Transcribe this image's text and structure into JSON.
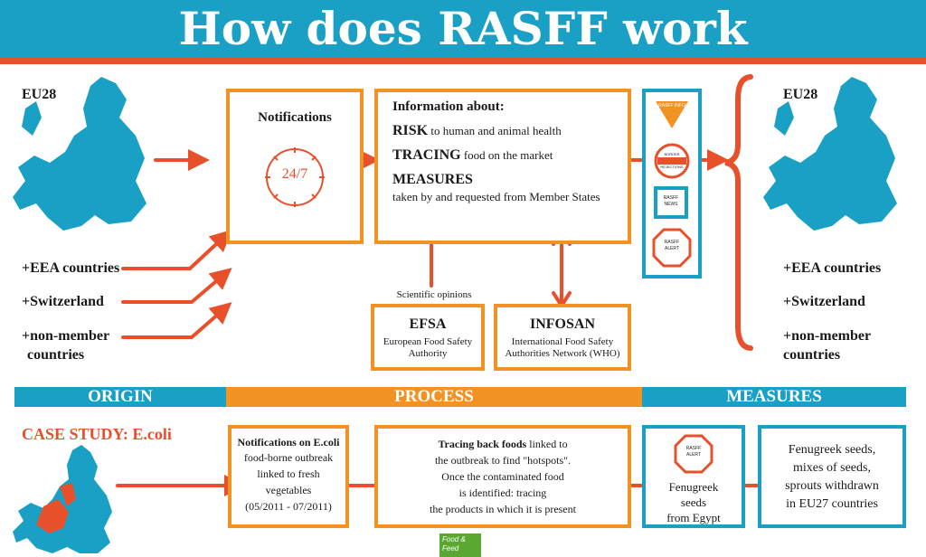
{
  "title": "How does RASFF work",
  "left": {
    "eu_label": "EU28",
    "eea": "+EEA countries",
    "switzerland": "+Switzerland",
    "non_member_1": "+non-member",
    "non_member_2": "countries"
  },
  "right": {
    "eu_label": "EU28",
    "eea": "+EEA countries",
    "switzerland": "+Switzerland",
    "non_member_1": "+non-member",
    "non_member_2": "countries"
  },
  "notifications": {
    "title": "Notifications",
    "clock": "24/7"
  },
  "info": {
    "heading": "Information about:",
    "risk_key": "RISK",
    "risk_text": "to human and animal health",
    "tracing_key": "TRACING",
    "tracing_text": "food on the market",
    "measures_key": "MEASURES",
    "measures_text": "taken by and requested from Member States"
  },
  "signs": {
    "info": "RASFF INFO",
    "border_1": "BORDER",
    "border_2": "REJECTIONS",
    "news_1": "RASFF",
    "news_2": "NEWS",
    "alert_1": "RASFF",
    "alert_2": "ALERT"
  },
  "scientific_opinions": "Scientific opinions",
  "efsa": {
    "title": "EFSA",
    "line1": "European Food Safety",
    "line2": "Authority"
  },
  "infosan": {
    "title": "INFOSAN",
    "line1": "International Food Safety",
    "line2": "Authorities Network (WHO)"
  },
  "bands": {
    "origin": "ORIGIN",
    "process": "PROCESS",
    "measures": "MEASURES"
  },
  "case_study": "CASE STUDY: E.coli",
  "case_notif": {
    "title": "Notifications on E.coli",
    "line1": "food-borne outbreak",
    "line2": "linked to fresh",
    "line3": "vegetables",
    "line4": "(05/2011 - 07/2011)"
  },
  "case_tracing": {
    "bold": "Tracing back foods",
    "line1_rest": " linked to",
    "line2": "the outbreak to find \"hotspots\".",
    "line3": "Once the contaminated food",
    "line4": "is identified: tracing",
    "line5": "the products in which it is present"
  },
  "case_seeds": {
    "line1": "Fenugreek",
    "line2": "seeds",
    "line3": "from Egypt"
  },
  "case_withdrawn": {
    "line1": "Fenugreek seeds,",
    "line2": "mixes of seeds,",
    "line3": "sprouts withdrawn",
    "line4": "in EU27 countries"
  },
  "food_feed": {
    "line1": "Food &",
    "line2": "Feed"
  },
  "colors": {
    "blue": "#1aa0c4",
    "orange": "#f29222",
    "red": "#e8502c",
    "green": "#5aa832"
  }
}
